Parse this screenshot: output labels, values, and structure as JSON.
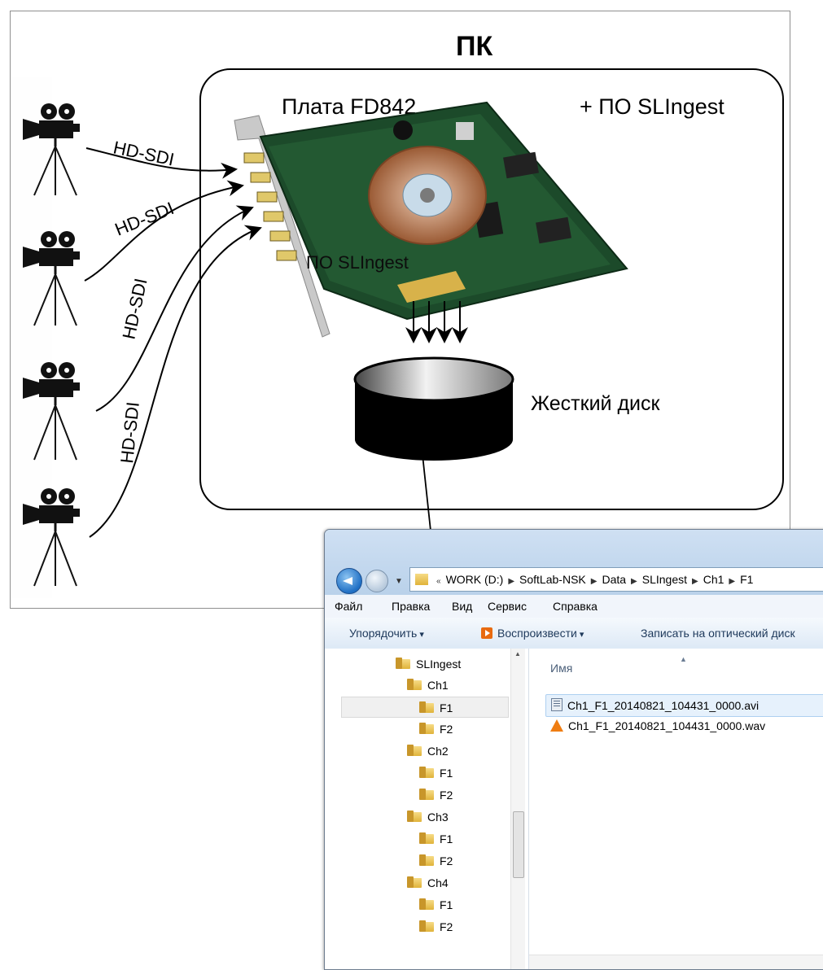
{
  "diagram": {
    "pc_title": "ПК",
    "board_label": "Плата  FD842",
    "software_label": "+ ПО SLIngest",
    "card_overlay_label": "ПО SLIngest",
    "disk_label": "Жесткий диск",
    "link_labels": [
      "HD-SDI",
      "HD-SDI",
      "HD-SDI",
      "HD-SDI"
    ]
  },
  "explorer": {
    "breadcrumb": [
      "WORK (D:)",
      "SoftLab-NSK",
      "Data",
      "SLIngest",
      "Ch1",
      "F1"
    ],
    "menu": [
      "Файл",
      "Правка",
      "Вид",
      "Сервис",
      "Справка"
    ],
    "toolbar": {
      "organize": "Упорядочить",
      "play": "Воспроизвести",
      "burn": "Записать на оптический диск"
    },
    "tree": [
      {
        "label": "SLIngest",
        "level": 0
      },
      {
        "label": "Ch1",
        "level": 1
      },
      {
        "label": "F1",
        "level": 2,
        "selected": true
      },
      {
        "label": "F2",
        "level": 2
      },
      {
        "label": "Ch2",
        "level": 1
      },
      {
        "label": "F1",
        "level": 2
      },
      {
        "label": "F2",
        "level": 2
      },
      {
        "label": "Ch3",
        "level": 1
      },
      {
        "label": "F1",
        "level": 2
      },
      {
        "label": "F2",
        "level": 2
      },
      {
        "label": "Ch4",
        "level": 1
      },
      {
        "label": "F1",
        "level": 2
      },
      {
        "label": "F2",
        "level": 2
      }
    ],
    "column_name": "Имя",
    "files": [
      {
        "name": "Ch1_F1_20140821_104431_0000.avi",
        "icon": "video-file-icon",
        "selected": true
      },
      {
        "name": "Ch1_F1_20140821_104431_0000.wav",
        "icon": "vlc-cone-icon"
      }
    ]
  }
}
